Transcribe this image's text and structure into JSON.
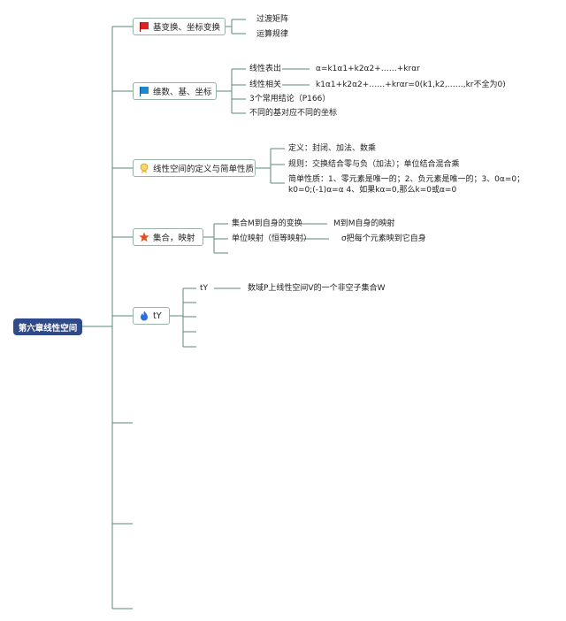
{
  "root": "第六章线性空间",
  "branches": [
    {
      "label": "基变换、坐标变换",
      "icon": "red-flag-icon",
      "children": [
        {
          "label": "过渡矩阵"
        },
        {
          "label": "运算规律"
        }
      ]
    },
    {
      "label": "维数、基、坐标",
      "icon": "blue-flag-icon",
      "children": [
        {
          "label": "线性表出",
          "detail": "α=k1α1+k2α2+……+krαr"
        },
        {
          "label": "线性相关",
          "detail": "k1α1+k2α2+……+krαr=0(k1,k2,……,kr不全为0)"
        },
        {
          "label": "3个常用结论（P166）"
        },
        {
          "label": "不同的基对应不同的坐标"
        }
      ]
    },
    {
      "label": "线性空间的定义与简单性质",
      "icon": "medal-icon",
      "children": [
        {
          "label": "定义：封闭、加法、数乘"
        },
        {
          "label": "规则：交换结合零与负（加法）；单位结合混合乘"
        },
        {
          "label": "简单性质：1、零元素是唯一的；2、负元素是唯一的；3、0α=0；k0=0;(-1)α=α 4、如果kα=0,那么k=0或α=0"
        }
      ]
    },
    {
      "label": "集合，映射",
      "icon": "star-icon",
      "children": [
        {
          "label": "集合M到自身的变换",
          "detail": "M到M自身的映射"
        },
        {
          "label": "单位映射（恒等映射）",
          "detail": "σ把每个元素映到它自身"
        }
      ]
    },
    {
      "label": "tY",
      "icon": "flame-icon",
      "children": [
        {
          "label": "tY",
          "detail": "数域P上线性空间V的一个非空子集合W"
        }
      ]
    }
  ],
  "colors": {
    "root_bg": "#2f4a8a",
    "line": "#5a8a75",
    "red_flag": "#e02020",
    "blue_flag": "#1e88d0",
    "medal": "#e8b830",
    "star": "#e05020",
    "flame": "#2a6fe0"
  }
}
